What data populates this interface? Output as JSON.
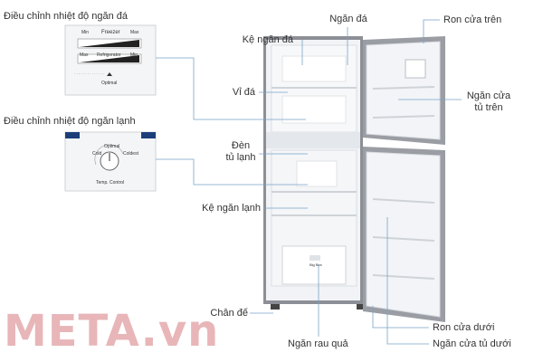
{
  "labels": {
    "freezer_control_title": "Điều chỉnh nhiệt độ ngăn đá",
    "fridge_control_title": "Điều chỉnh nhiệt độ ngăn lạnh",
    "ice_compartment": "Ngăn đá",
    "freezer_shelf": "Kệ ngăn đá",
    "ice_tray": "Vỉ đá",
    "fridge_light_line1": "Đèn",
    "fridge_light_line2": "tủ lạnh",
    "fridge_shelf": "Kệ ngăn lạnh",
    "foot": "Chân đế",
    "vegetable_drawer": "Ngăn rau quả",
    "top_door_gasket": "Ron cửa trên",
    "top_door_shelf_line1": "Ngăn cửa",
    "top_door_shelf_line2": "tủ trên",
    "bottom_door_gasket": "Ron cửa dưới",
    "bottom_door_shelf": "Ngăn cửa tủ dưới"
  },
  "freezer_panel": {
    "min_top": "Min",
    "freezer": "Freezer",
    "max_top": "Max",
    "max_bottom": "Max",
    "refrigerator": "Refrigerator",
    "min_bottom": "Min",
    "optimal": "Optimal"
  },
  "fridge_panel": {
    "optimal": "Optimal",
    "cold": "Cold",
    "coldest": "Coldest",
    "temp_control": "Temp. Control"
  },
  "drawer_tag": "Big Box",
  "watermark": "META.vn",
  "colors": {
    "leader_line": "#7aa3c8",
    "watermark": "#e8b6b8",
    "fridge_body": "#8c8f96",
    "interior": "#f1f3f6"
  }
}
